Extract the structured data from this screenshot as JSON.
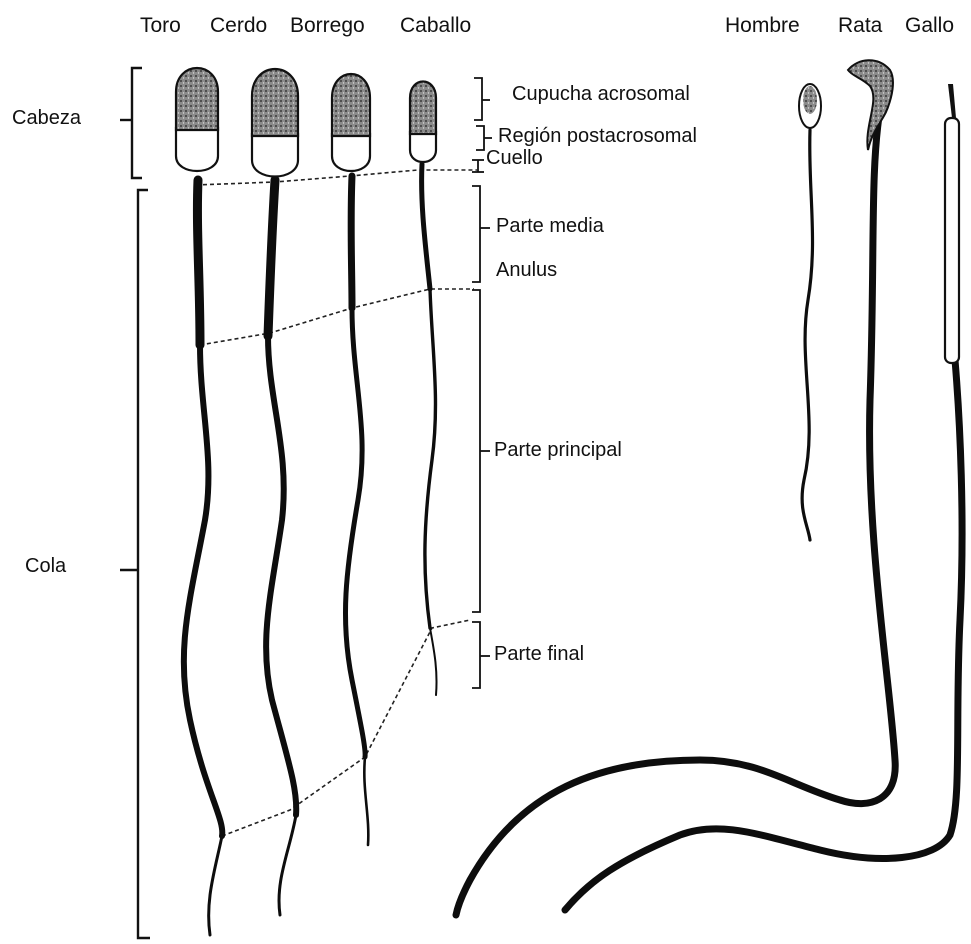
{
  "species_labels": {
    "toro": "Toro",
    "cerdo": "Cerdo",
    "borrego": "Borrego",
    "caballo": "Caballo",
    "hombre": "Hombre",
    "rata": "Rata",
    "gallo": "Gallo"
  },
  "regions": {
    "cabeza": "Cabeza",
    "cola": "Cola",
    "capucha_acrosomal": "Cupucha acrosomal",
    "region_postacrosomal": "Región postacrosomal",
    "cuello": "Cuello",
    "parte_media": "Parte media",
    "anulus": "Anulus",
    "parte_principal": "Parte principal",
    "parte_final": "Parte final"
  },
  "colors": {
    "ink": "#111111",
    "acrosome_stipple": "#6f6f6f",
    "background": "#ffffff"
  }
}
